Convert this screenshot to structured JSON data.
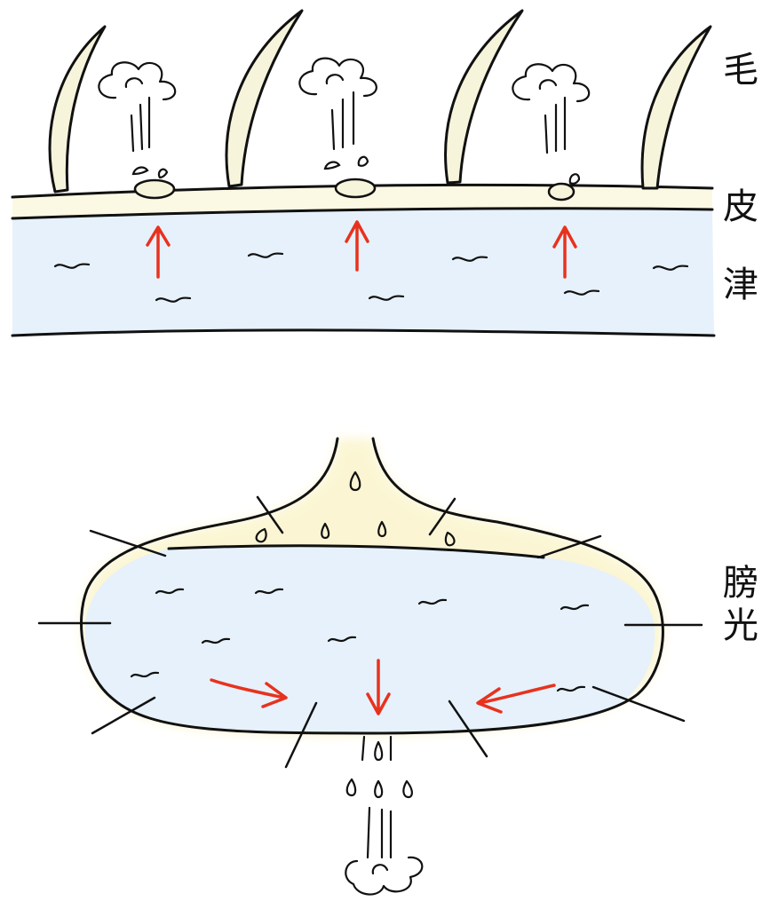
{
  "labels": {
    "hair": "毛",
    "skin": "皮",
    "fluid": "津",
    "bladder_line1": "膀",
    "bladder_line2": "光"
  },
  "colors": {
    "ink": "#111111",
    "arrow": "#e8321e",
    "fluid": "#e6f1fb",
    "skin": "#fbf9e3",
    "glow": "#fbf5cf",
    "hair": "#f7f4dc"
  }
}
